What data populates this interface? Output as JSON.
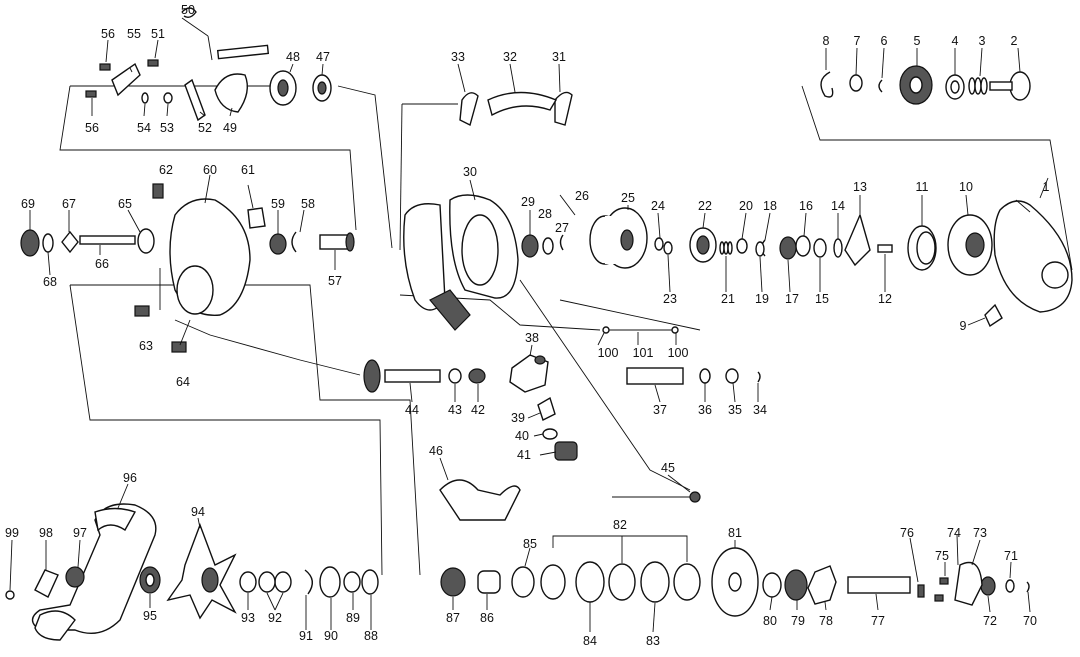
{
  "labels": [
    "1",
    "2",
    "3",
    "4",
    "5",
    "6",
    "7",
    "8",
    "9",
    "10",
    "11",
    "12",
    "13",
    "14",
    "15",
    "16",
    "17",
    "18",
    "19",
    "20",
    "21",
    "22",
    "23",
    "24",
    "25",
    "26",
    "27",
    "28",
    "29",
    "30",
    "31",
    "32",
    "33",
    "34",
    "35",
    "36",
    "37",
    "38",
    "39",
    "40",
    "41",
    "42",
    "43",
    "44",
    "45",
    "46",
    "47",
    "48",
    "49",
    "50",
    "51",
    "52",
    "53",
    "54",
    "55",
    "56",
    "56",
    "57",
    "58",
    "59",
    "60",
    "61",
    "62",
    "63",
    "64",
    "65",
    "66",
    "67",
    "68",
    "69",
    "70",
    "71",
    "72",
    "73",
    "74",
    "75",
    "76",
    "77",
    "78",
    "79",
    "80",
    "81",
    "82",
    "83",
    "84",
    "85",
    "86",
    "87",
    "88",
    "89",
    "90",
    "91",
    "92",
    "93",
    "94",
    "95",
    "96",
    "97",
    "98",
    "99",
    "100",
    "100",
    "101"
  ]
}
